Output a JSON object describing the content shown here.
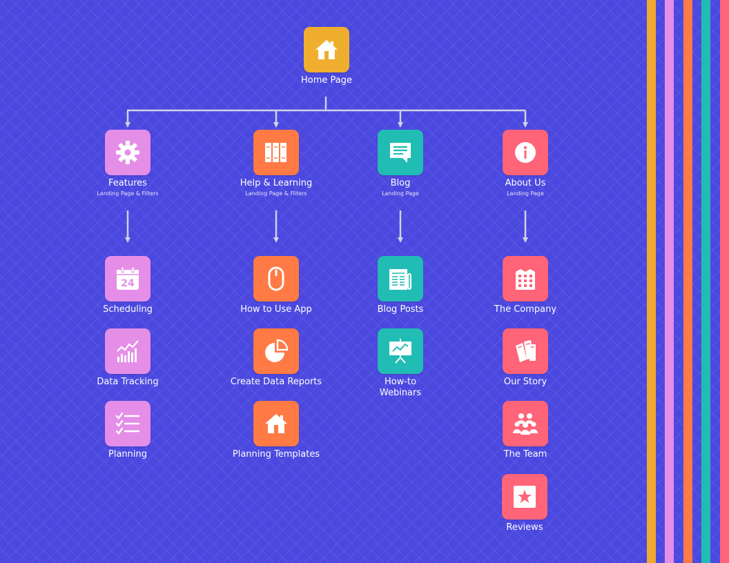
{
  "colors": {
    "background": "#4b48e0",
    "yellow": "#f0ae2e",
    "pink": "#e48ee8",
    "orange": "#ff7a45",
    "teal": "#21bdb4",
    "red": "#ff6478",
    "connector": "#cfd3e6"
  },
  "root": {
    "label": "Home Page",
    "icon": "home-icon"
  },
  "sections": [
    {
      "label": "Features",
      "sub": "Landing Page & Filters",
      "icon": "gear-icon",
      "children": [
        {
          "label": "Scheduling",
          "icon": "calendar-icon",
          "calendar_day": "24"
        },
        {
          "label": "Data Tracking",
          "icon": "chart-trend-icon"
        },
        {
          "label": "Planning",
          "icon": "checklist-icon"
        }
      ]
    },
    {
      "label": "Help & Learning",
      "sub": "Landing Page & Filters",
      "icon": "books-icon",
      "children": [
        {
          "label": "How to Use App",
          "icon": "mouse-icon"
        },
        {
          "label": "Create Data Reports",
          "icon": "pie-chart-icon"
        },
        {
          "label": "Planning Templates",
          "icon": "home-icon"
        }
      ]
    },
    {
      "label": "Blog",
      "sub": "Landing Page",
      "icon": "chat-message-icon",
      "children": [
        {
          "label": "Blog Posts",
          "icon": "newspaper-icon"
        },
        {
          "label": "How-to",
          "label2": "Webinars",
          "icon": "presentation-board-icon"
        }
      ]
    },
    {
      "label": "About Us",
      "sub": "Landing Page",
      "icon": "info-icon",
      "children": [
        {
          "label": "The Company",
          "icon": "building-icon"
        },
        {
          "label": "Our Story",
          "icon": "book-stack-icon"
        },
        {
          "label": "The Team",
          "icon": "team-icon"
        },
        {
          "label": "Reviews",
          "icon": "star-icon"
        }
      ]
    }
  ]
}
